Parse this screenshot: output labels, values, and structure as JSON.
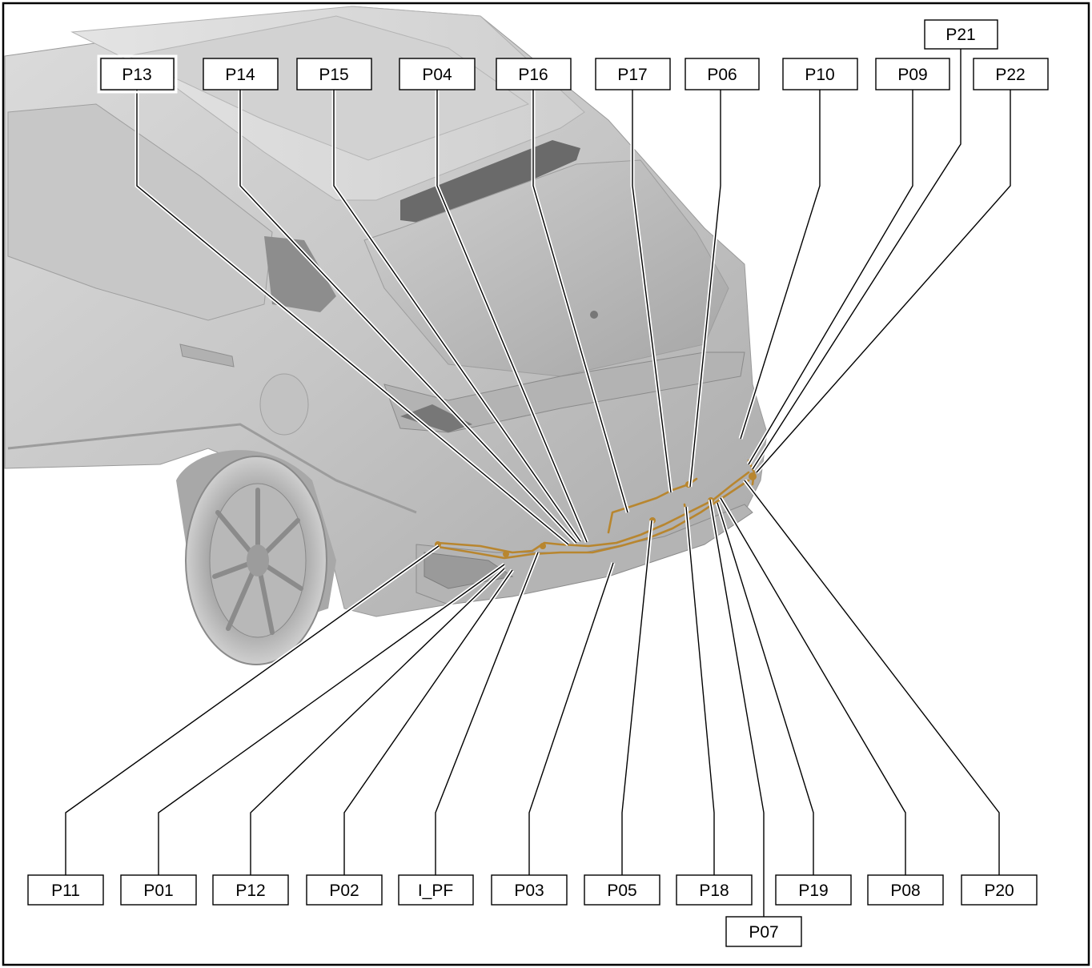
{
  "diagram": {
    "top_labels": [
      "P13",
      "P14",
      "P15",
      "P04",
      "P16",
      "P17",
      "P06",
      "P10",
      "P09",
      "P21",
      "P22"
    ],
    "bottom_labels": [
      "P11",
      "P01",
      "P12",
      "P02",
      "I_PF",
      "P03",
      "P05",
      "P18",
      "P19",
      "P08",
      "P20",
      "P07"
    ],
    "colors": {
      "frame": "#000000",
      "label_fill": "#ffffff",
      "car_body": "#bdbdbd",
      "car_shadow": "#8e8e8e",
      "glass": "#6d6d6d",
      "harness": "#b8862f"
    }
  }
}
